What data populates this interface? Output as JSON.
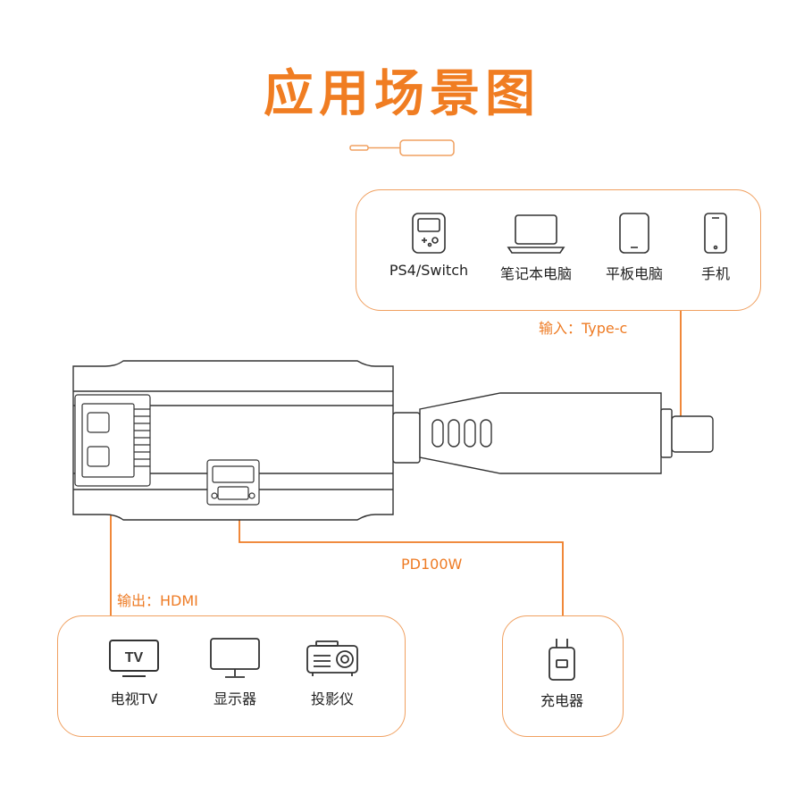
{
  "title": "应用场景图",
  "colors": {
    "accent": "#f07d22",
    "line": "#ee7b24",
    "stroke": "#333333"
  },
  "input_box": {
    "items": [
      {
        "label": "PS4/Switch",
        "icon": "game-console-icon"
      },
      {
        "label": "笔记本电脑",
        "icon": "laptop-icon"
      },
      {
        "label": "平板电脑",
        "icon": "tablet-icon"
      },
      {
        "label": "手机",
        "icon": "phone-icon"
      }
    ]
  },
  "connection_labels": {
    "input": "输入：Type-c",
    "power": "PD100W",
    "output": "输出：HDMI"
  },
  "output_box": {
    "items": [
      {
        "label": "电视TV",
        "icon": "tv-icon"
      },
      {
        "label": "显示器",
        "icon": "monitor-icon"
      },
      {
        "label": "投影仪",
        "icon": "projector-icon"
      }
    ]
  },
  "charger_box": {
    "items": [
      {
        "label": "充电器",
        "icon": "charger-icon"
      }
    ]
  },
  "tv_icon_text": "TV"
}
